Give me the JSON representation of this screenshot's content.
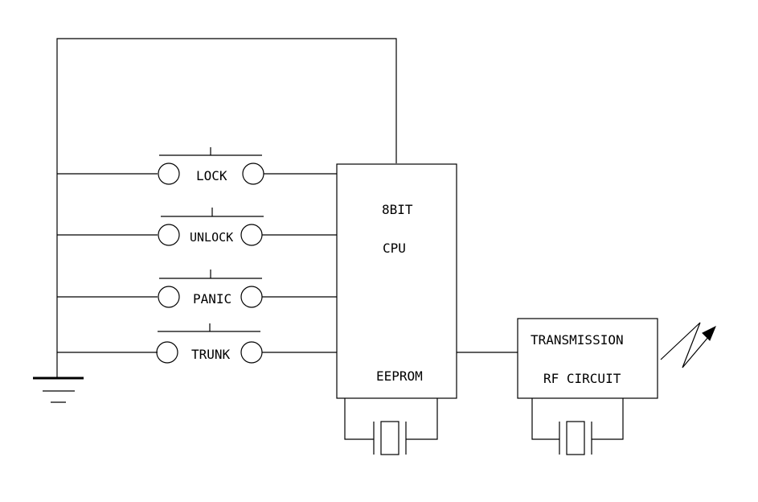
{
  "switches": [
    {
      "id": "lock",
      "label": "LOCK"
    },
    {
      "id": "unlock",
      "label": "UNLOCK"
    },
    {
      "id": "panic",
      "label": "PANIC"
    },
    {
      "id": "trunk",
      "label": "TRUNK"
    }
  ],
  "cpu": {
    "line1": "8BIT",
    "line2": "CPU",
    "memory": "EEPROM"
  },
  "rf": {
    "line1": "TRANSMISSION",
    "line2": "RF CIRCUIT"
  },
  "icons": {
    "ground": "ground-icon",
    "crystal": "crystal-oscillator-icon",
    "antenna": "antenna-signal-icon",
    "switch": "push-button-switch-icon"
  }
}
